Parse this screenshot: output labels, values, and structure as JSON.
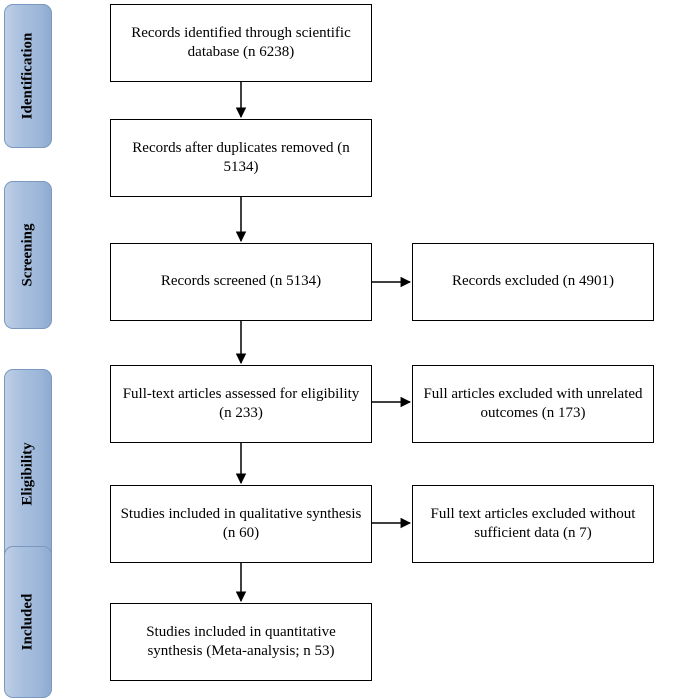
{
  "phases": [
    {
      "id": "identification",
      "label": "Identification"
    },
    {
      "id": "screening",
      "label": "Screening"
    },
    {
      "id": "eligibility",
      "label": "Eligibility"
    },
    {
      "id": "included",
      "label": "Included"
    }
  ],
  "boxes": {
    "identified": "Records identified through scientific database (n 6238)",
    "after_duplicates": "Records after duplicates removed (n 5134)",
    "screened": "Records screened (n 5134)",
    "excluded": "Records excluded (n 4901)",
    "fulltext_assessed": "Full-text articles assessed for eligibility (n 233)",
    "fulltext_excluded": "Full articles excluded with unrelated outcomes (n 173)",
    "qualitative": "Studies included in qualitative synthesis (n 60)",
    "insufficient_data": "Full text articles excluded without sufficient data (n 7)",
    "quantitative": "Studies included in quantitative synthesis (Meta-analysis; n 53)"
  }
}
